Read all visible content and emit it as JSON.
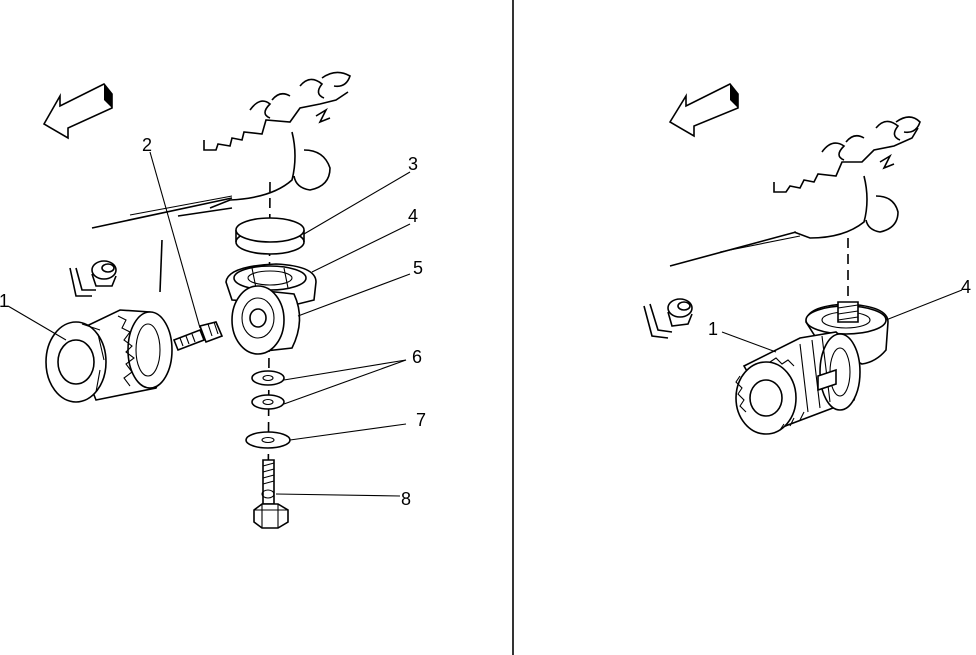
{
  "figure": {
    "left_view": {
      "callouts": [
        {
          "id": "c1",
          "text": "1"
        },
        {
          "id": "c2",
          "text": "2"
        },
        {
          "id": "c3",
          "text": "3"
        },
        {
          "id": "c4",
          "text": "4"
        },
        {
          "id": "c5",
          "text": "5"
        },
        {
          "id": "c6",
          "text": "6"
        },
        {
          "id": "c7",
          "text": "7"
        },
        {
          "id": "c8",
          "text": "8"
        }
      ]
    },
    "right_view": {
      "callouts": [
        {
          "id": "c1",
          "text": "1"
        },
        {
          "id": "c4",
          "text": "4"
        }
      ]
    }
  }
}
